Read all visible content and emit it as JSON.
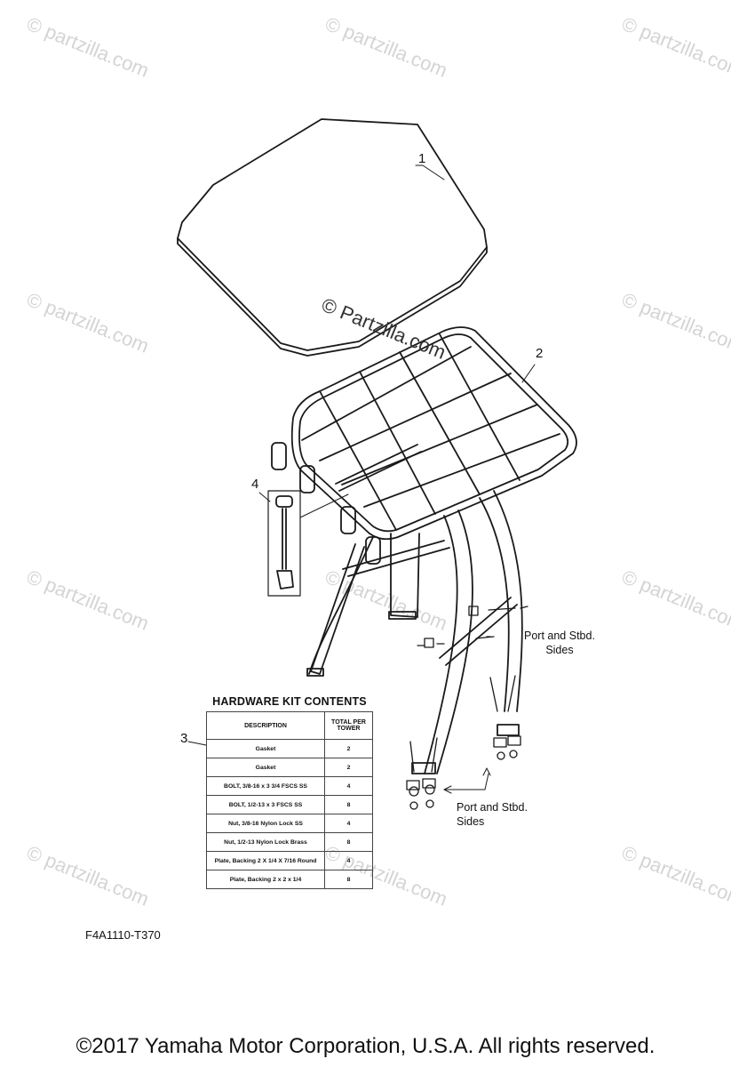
{
  "watermark": "© partzilla.com",
  "center_watermark": "© Partzilla.com",
  "callouts": [
    "1",
    "2",
    "3",
    "4"
  ],
  "labels": {
    "port_stbd_1": [
      "Port and Stbd.",
      "Sides"
    ],
    "port_stbd_2": [
      "Port and Stbd.",
      "Sides"
    ]
  },
  "hardware_kit": {
    "title": "HARDWARE KIT CONTENTS",
    "headers": [
      "DESCRIPTION",
      "TOTAL PER TOWER"
    ],
    "rows": [
      {
        "description": "Gasket",
        "qty": "2"
      },
      {
        "description": "Gasket",
        "qty": "2"
      },
      {
        "description": "BOLT, 3/8-16 x 3 3/4 FSCS SS",
        "qty": "4"
      },
      {
        "description": "BOLT, 1/2-13 x 3 FSCS SS",
        "qty": "8"
      },
      {
        "description": "Nut, 3/8-16 Nylon Lock SS",
        "qty": "4"
      },
      {
        "description": "Nut, 1/2-13 Nylon Lock Brass",
        "qty": "8"
      },
      {
        "description": "Plate, Backing 2 X 1/4 X 7/16 Round",
        "qty": "4"
      },
      {
        "description": "Plate, Backing 2 x 2 x 1/4",
        "qty": "8"
      }
    ]
  },
  "figure_code": "F4A1110-T370",
  "copyright": "©2017  Yamaha Motor Corporation, U.S.A. All rights reserved."
}
